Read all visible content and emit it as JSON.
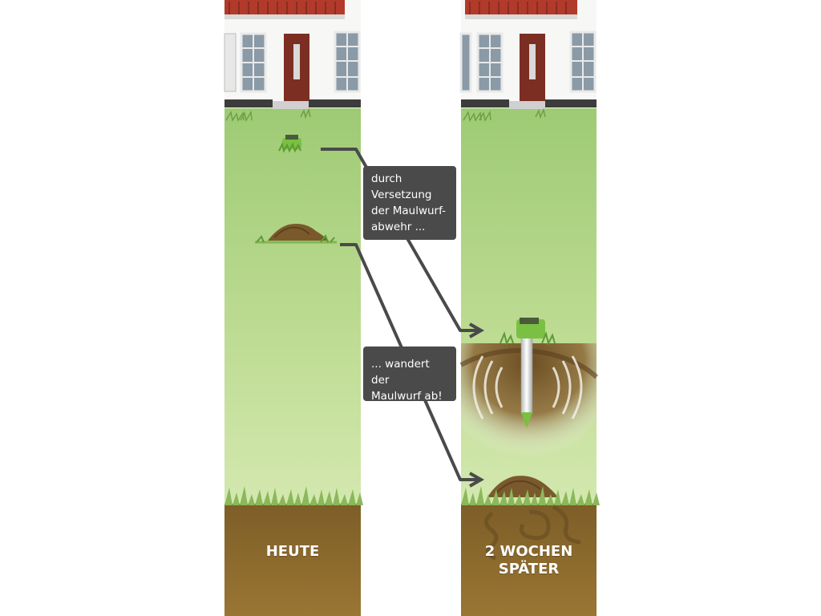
{
  "labels": {
    "relocation": [
      "durch",
      "Versetzung",
      "der Maulwurf-",
      "abwehr ..."
    ],
    "mole_leaves": [
      "... wandert der",
      "Maulwurf ab!"
    ]
  },
  "captions": {
    "today": "HEUTE",
    "later_line1": "2 WOCHEN",
    "later_line2": "SPÄTER"
  },
  "colors": {
    "lawn_top": "#8fc266",
    "lawn_bottom": "#d9ebb3",
    "soil": "#8c6a2e",
    "label_bg": "#4a4a4a",
    "device_green": "#7ac043",
    "arrow": "#4a4a4a"
  },
  "icons": [
    "house-icon",
    "mole-repeller-icon",
    "molehill-icon",
    "sound-wave-icon"
  ]
}
